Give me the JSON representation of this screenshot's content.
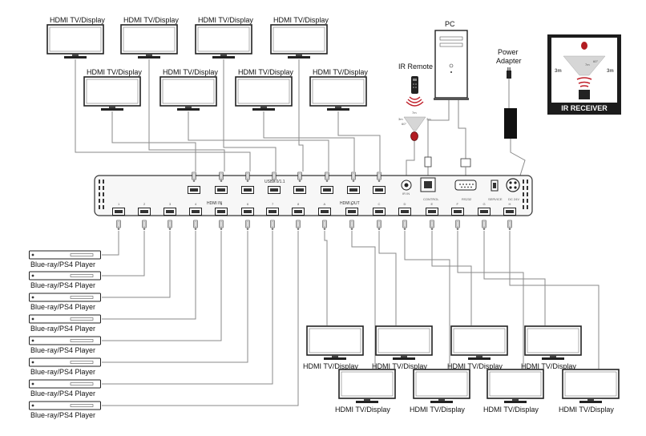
{
  "labels": {
    "display": "HDMI TV/Display",
    "player": "Blue-ray/PS4 Player",
    "ir_remote": "IR Remote",
    "pc": "PC",
    "power_adapter_line1": "Power",
    "power_adapter_line2": "Adapter",
    "ir_receiver": "IR RECEIVER",
    "remote_range": "7m",
    "remote_side_left": "3m",
    "remote_side_right": "3m",
    "remote_angle": "60°",
    "receiver_range": "7m",
    "receiver_side_left": "3m",
    "receiver_side_right": "3m",
    "receiver_angle": "60°"
  },
  "panel": {
    "hdmi_in": "HDMI IN",
    "hdmi_out": "HDMI OUT",
    "usb": "USB2.0/1.1",
    "ir_in": "IR IN",
    "control": "CONTROL",
    "rs232": "RS232",
    "service": "SERVICE",
    "dc": "DC 24V",
    "in_ports": [
      "1",
      "2",
      "3",
      "4",
      "5",
      "6",
      "7",
      "8"
    ],
    "out_ports": [
      "A",
      "B",
      "C",
      "D",
      "E",
      "F",
      "G",
      "H"
    ]
  },
  "colors": {
    "wire": "#8a8a8a",
    "receiver_bg": "#1c1c1c",
    "ir_red": "#c0202a"
  }
}
